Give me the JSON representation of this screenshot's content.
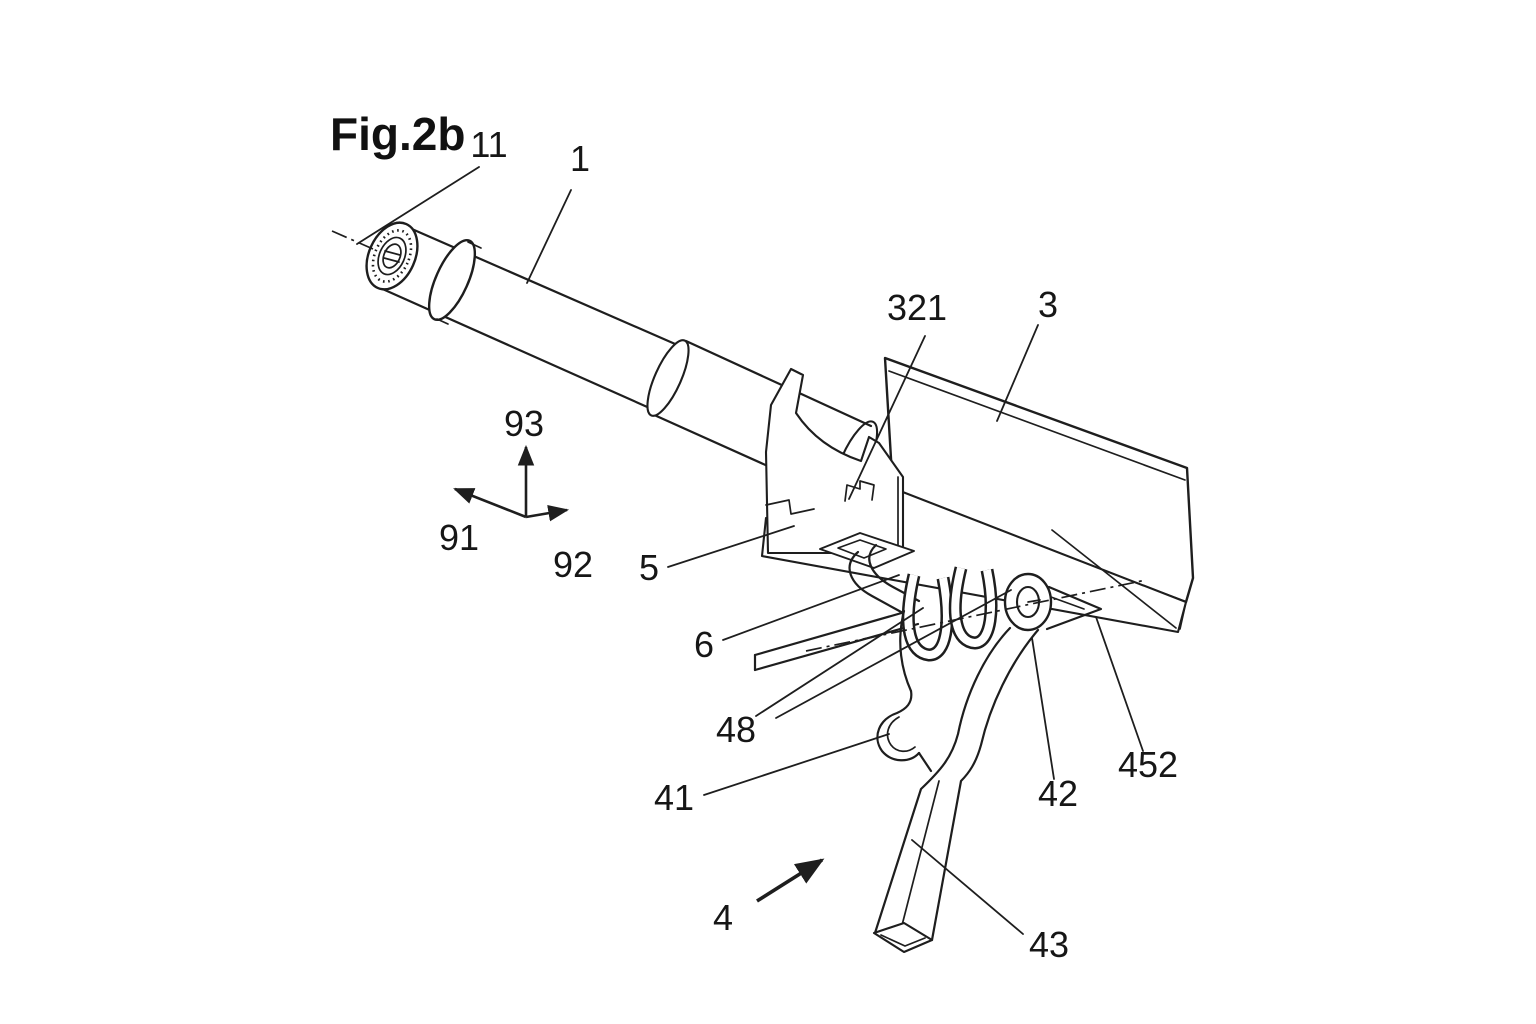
{
  "figure": {
    "title": "Fig.2b"
  },
  "colors": {
    "background": "#ffffff",
    "line": "#1e1e1e",
    "text": "#161616"
  },
  "labels": {
    "fig_title": "Fig.2b",
    "n11": "11",
    "n1": "1",
    "n321": "321",
    "n3": "3",
    "n93": "93",
    "n91": "91",
    "n92": "92",
    "n5": "5",
    "n6": "6",
    "n48": "48",
    "n41": "41",
    "n42": "42",
    "n452": "452",
    "n4": "4",
    "n43": "43"
  }
}
